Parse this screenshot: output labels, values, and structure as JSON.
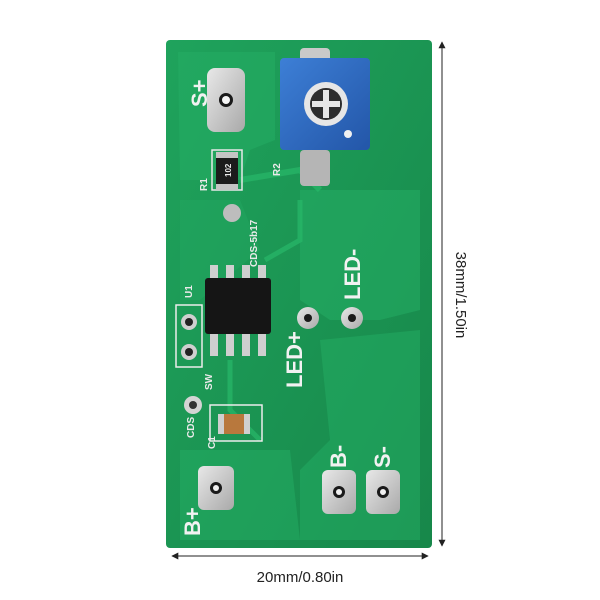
{
  "board": {
    "pcb_color": "#1b9a55",
    "pad_labels": {
      "s_plus": "S+",
      "b_plus": "B+",
      "b_minus": "B-",
      "s_minus": "S-",
      "led_plus": "LED+",
      "led_minus": "LED-"
    },
    "component_labels": {
      "r1": "R1",
      "r1_value": "102",
      "r2": "R2",
      "u1": "U1",
      "ic_name": "CDS-5b17",
      "c1": "C1",
      "cds": "CDS",
      "sw": "SW"
    }
  },
  "dimensions": {
    "width_label": "20mm/0.80in",
    "height_label": "38mm/1.50in"
  }
}
